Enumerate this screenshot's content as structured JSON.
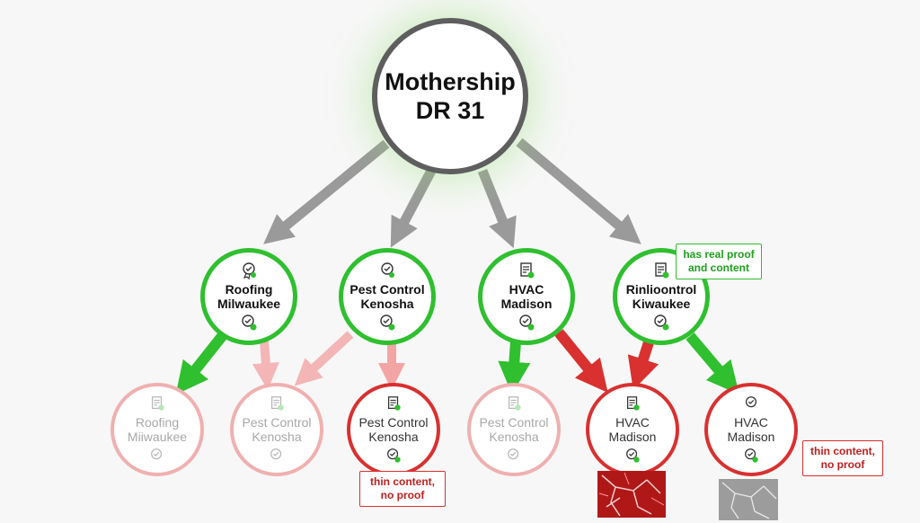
{
  "root": {
    "line1": "Mothership",
    "line2": "DR 31"
  },
  "mid_nodes": [
    {
      "line1": "Roofing",
      "line2": "Milwaukee"
    },
    {
      "line1": "Pest Control",
      "line2": "Kenosha"
    },
    {
      "line1": "HVAC",
      "line2": "Madison"
    },
    {
      "line1": "Rinlioontrol",
      "line2": "Kiwaukee"
    }
  ],
  "leaf_nodes": [
    {
      "line1": "Roofing",
      "line2": "Miiwaukee"
    },
    {
      "line1": "Pest Control",
      "line2": "Kenosha"
    },
    {
      "line1": "Pest Control",
      "line2": "Kenosha"
    },
    {
      "line1": "Pest Control",
      "line2": "Kenosha"
    },
    {
      "line1": "HVAC",
      "line2": "Madison"
    },
    {
      "line1": "HVAC",
      "line2": "Madison"
    }
  ],
  "callouts": {
    "real_proof": {
      "line1": "has real proof",
      "line2": "and content"
    },
    "thin_1": {
      "line1": "thin content,",
      "line2": "no proof"
    },
    "thin_2": {
      "line1": "thin content,",
      "line2": "no proof"
    }
  },
  "colors": {
    "gray_arrow": "#9a9a9a",
    "green": "#2fbf2f",
    "red": "#d93030",
    "faded_red": "#f3a5a5",
    "root_border": "#5e5e5e"
  },
  "icons": [
    "certificate-icon",
    "document-check-icon",
    "shield-check-icon"
  ]
}
